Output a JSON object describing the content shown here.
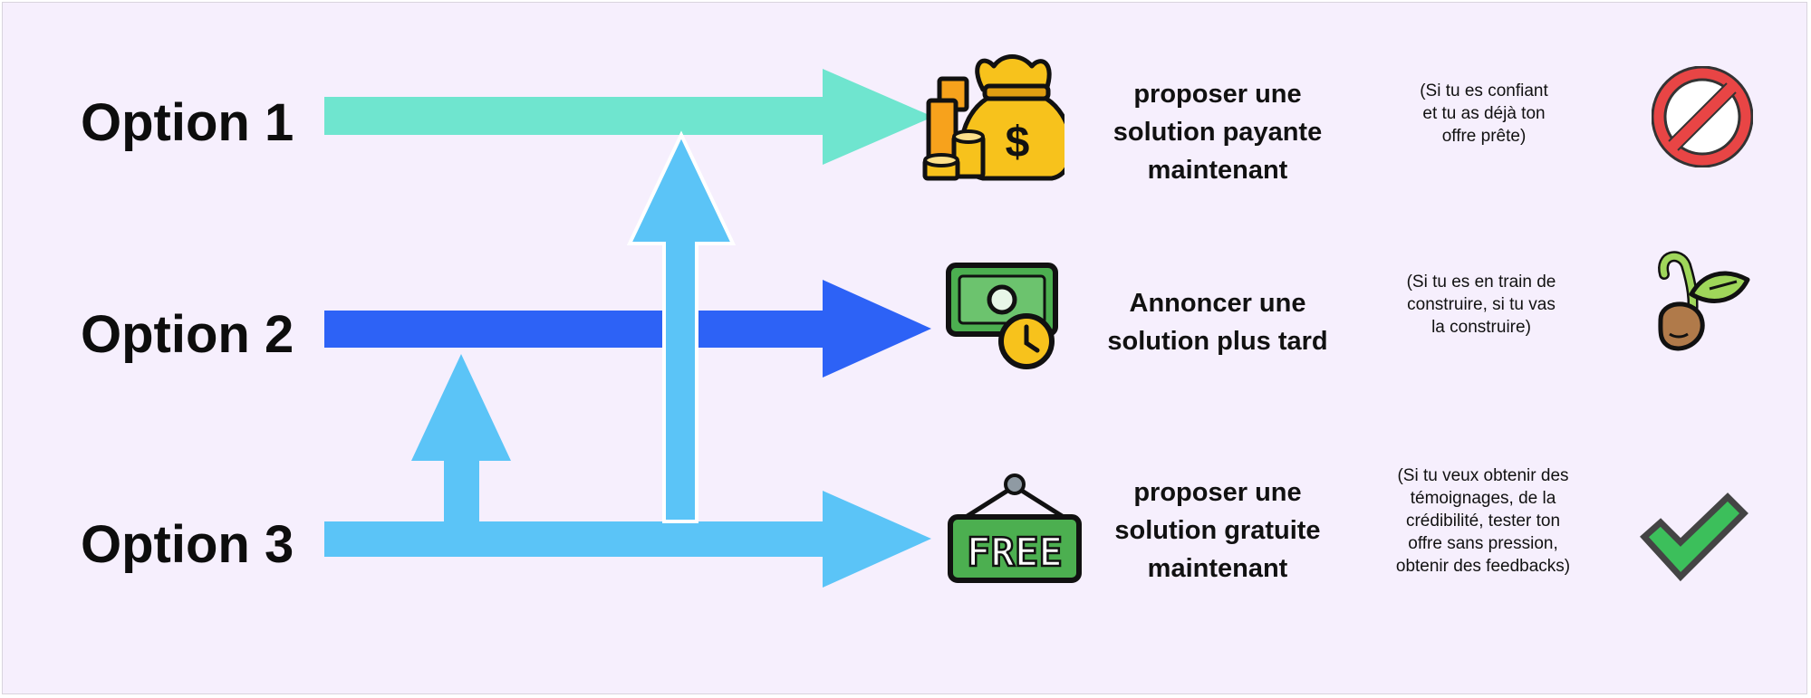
{
  "options": [
    {
      "label": "Option 1",
      "description": "proposer une\nsolution payante\nmaintenant",
      "note": "(Si tu es confiant\net tu as déjà ton\noffre prête)",
      "icon": "money-bag-icon",
      "status_icon": "prohibited-icon",
      "arrow_color": "#6fe5cf"
    },
    {
      "label": "Option 2",
      "description": "Annoncer une\nsolution plus tard",
      "note": "(Si tu es en train de\nconstruire, si tu vas\nla construire)",
      "icon": "cash-clock-icon",
      "status_icon": "sprout-icon",
      "arrow_color": "#2d62f6"
    },
    {
      "label": "Option 3",
      "description": "proposer une\nsolution gratuite\nmaintenant",
      "note": "(Si tu veux obtenir des\ntémoignages, de la\ncrédibilité, tester ton\noffre sans pression,\nobtenir des feedbacks)",
      "icon": "free-sign-icon",
      "status_icon": "checkmark-icon",
      "free_sign_text": "FREE",
      "arrow_color": "#5bc4f7"
    }
  ],
  "colors": {
    "background": "#f6effd",
    "up_arrow": "#5bc4f7"
  }
}
